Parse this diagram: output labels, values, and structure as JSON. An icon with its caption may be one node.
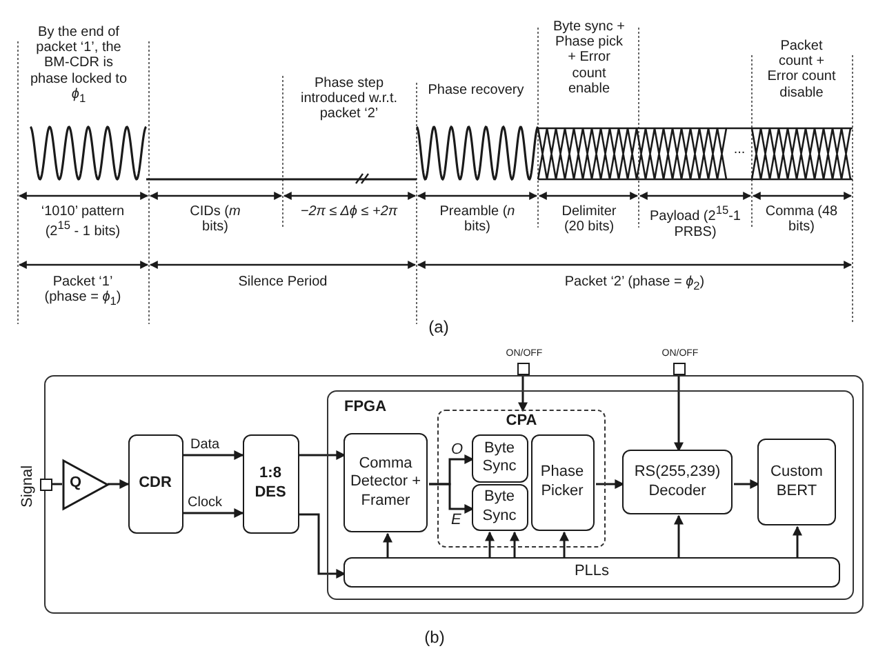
{
  "diagram": {
    "nodes": [
      {
        "text": [],
        "shape": "box"
      },
      {
        "text": [],
        "shape": "box",
        "beside": [
          "Signal"
        ]
      },
      {
        "text": [
          "Q"
        ],
        "in": 0
      },
      {
        "text": [
          "CDR"
        ],
        "in": 0
      },
      {
        "text": [
          "1:8 DES"
        ],
        "in": 0
      },
      {
        "text": [
          "FPGA"
        ],
        "in": 0
      },
      {
        "text": [
          "Comma Detector + Framer"
        ],
        "in": 5
      },
      {
        "text": [
          "CPA"
        ],
        "in": 5
      },
      {
        "text": [
          "Byte Sync"
        ],
        "in": 7
      },
      {
        "text": [
          "Byte Sync"
        ],
        "in": 7
      },
      {
        "text": [
          "Phase Picker"
        ],
        "in": 7
      },
      {
        "text": [
          "RS(255,239) Decoder"
        ],
        "in": 5
      },
      {
        "text": [
          "Custom BERT"
        ],
        "in": 5
      },
      {
        "text": [
          "PLLs"
        ],
        "in": 5
      },
      {
        "text": [],
        "shape": "box",
        "beside": [
          "ON/OFF"
        ]
      },
      {
        "text": [],
        "shape": "box",
        "beside": [
          "ON/OFF"
        ]
      }
    ],
    "edges": [
      {
        "from": 1,
        "to": 2,
        "arrow": "none"
      },
      {
        "from": 2,
        "to": 3,
        "arrow": "to"
      },
      {
        "from": 3,
        "to": 4,
        "arrow": "to",
        "label": "Data"
      },
      {
        "from": 3,
        "to": 4,
        "arrow": "to",
        "label": "Clock"
      },
      {
        "from": 4,
        "to": 6,
        "arrow": "to"
      },
      {
        "from": 4,
        "to": 13,
        "arrow": "to"
      },
      {
        "from": 6,
        "to": 8,
        "arrow": "to",
        "label": "O"
      },
      {
        "from": 6,
        "to": 9,
        "arrow": "to",
        "label": "E"
      },
      {
        "from": 10,
        "to": 11,
        "arrow": "to"
      },
      {
        "from": 11,
        "to": 12,
        "arrow": "to"
      },
      {
        "from": 14,
        "to": 7,
        "arrow": "to"
      },
      {
        "from": 15,
        "to": 11,
        "arrow": "to"
      },
      {
        "from": 13,
        "to": 6,
        "arrow": "to"
      },
      {
        "from": 13,
        "to": 9,
        "arrow": "to"
      },
      {
        "from": 13,
        "to": 9,
        "arrow": "to"
      },
      {
        "from": 13,
        "to": 10,
        "arrow": "to"
      },
      {
        "from": 13,
        "to": 11,
        "arrow": "to"
      },
      {
        "from": 13,
        "to": 12,
        "arrow": "to"
      }
    ],
    "labels": [
      "By the end of packet ‘1’, the BM-CDR is phase locked to *ϕ*$_{1}$",
      "Phase step introduced w.r.t. packet ‘2’",
      "Phase recovery",
      "Byte sync + Phase pick + Error count enable",
      "Packet count + Error count disable",
      "...",
      "‘1010’ pattern (2$^{15}$ - 1 bits)",
      "CIDs (*m* bits)",
      "−2π ≤ Δϕ ≤ +2π",
      "Preamble (*n* bits)",
      "Delimiter (20 bits)",
      "Payload (2$^{15}$-1 PRBS)",
      "Comma (48 bits)",
      "Packet ‘1’ (phase = *ϕ*$_{1}$)",
      "Silence Period",
      "Packet ‘2’ (phase = *ϕ*$_{2}$)",
      "(a)",
      "(b)"
    ]
  }
}
